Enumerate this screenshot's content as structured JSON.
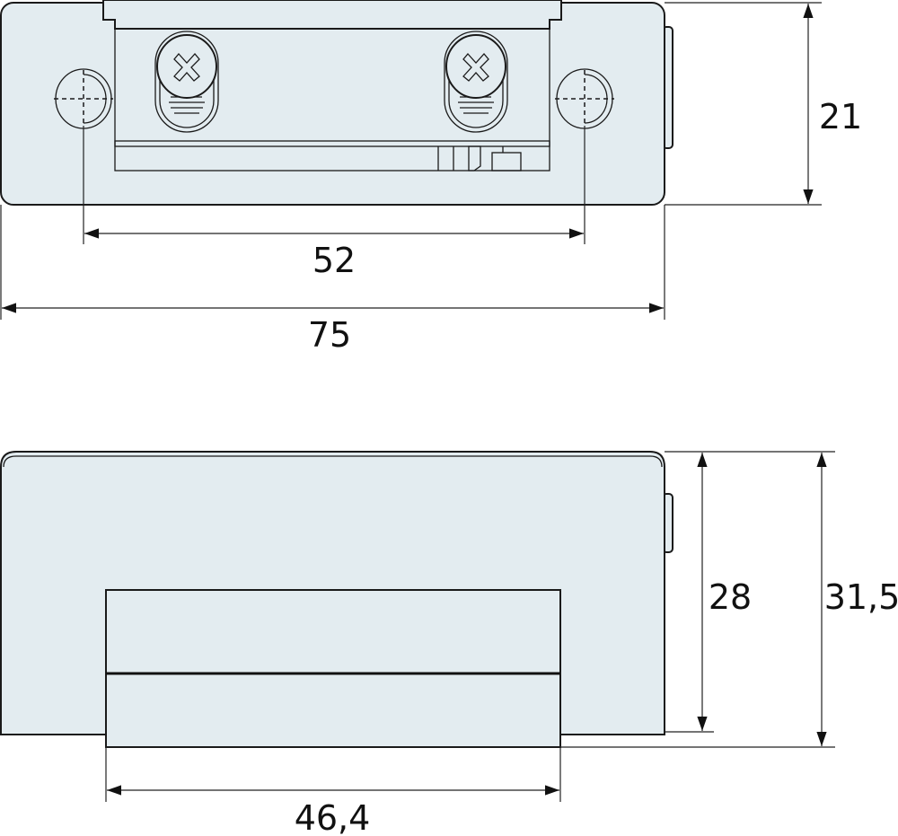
{
  "title": "Electric strike dimension drawing",
  "colors": {
    "part_fill": "#e3ecf0",
    "line": "#1a1a1a"
  },
  "top_view": {
    "dimensions": {
      "height": "21",
      "hole_spacing": "52",
      "overall_length": "75"
    }
  },
  "front_view": {
    "dimensions": {
      "body_depth": "28",
      "total_depth": "31,5",
      "faceplate_width": "46,4"
    }
  }
}
